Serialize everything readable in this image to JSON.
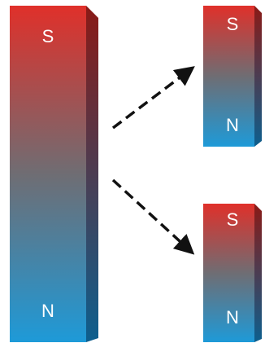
{
  "magnets": [
    {
      "name": "large-magnet",
      "top_label": "S",
      "bottom_label": "N"
    },
    {
      "name": "upper-small-magnet",
      "top_label": "S",
      "bottom_label": "N"
    },
    {
      "name": "lower-small-magnet",
      "top_label": "S",
      "bottom_label": "N"
    }
  ],
  "colors": {
    "south_pole": "#e0302a",
    "middle": "#6f6d73",
    "north_pole": "#1e9ad8",
    "side_face_top": "#8a1a16",
    "side_face_bottom": "#0d5f8e",
    "arrow": "#111111",
    "background": "#ffffff"
  },
  "arrows": [
    {
      "name": "arrow-to-upper-magnet",
      "style": "dashed"
    },
    {
      "name": "arrow-to-lower-magnet",
      "style": "dashed"
    }
  ]
}
